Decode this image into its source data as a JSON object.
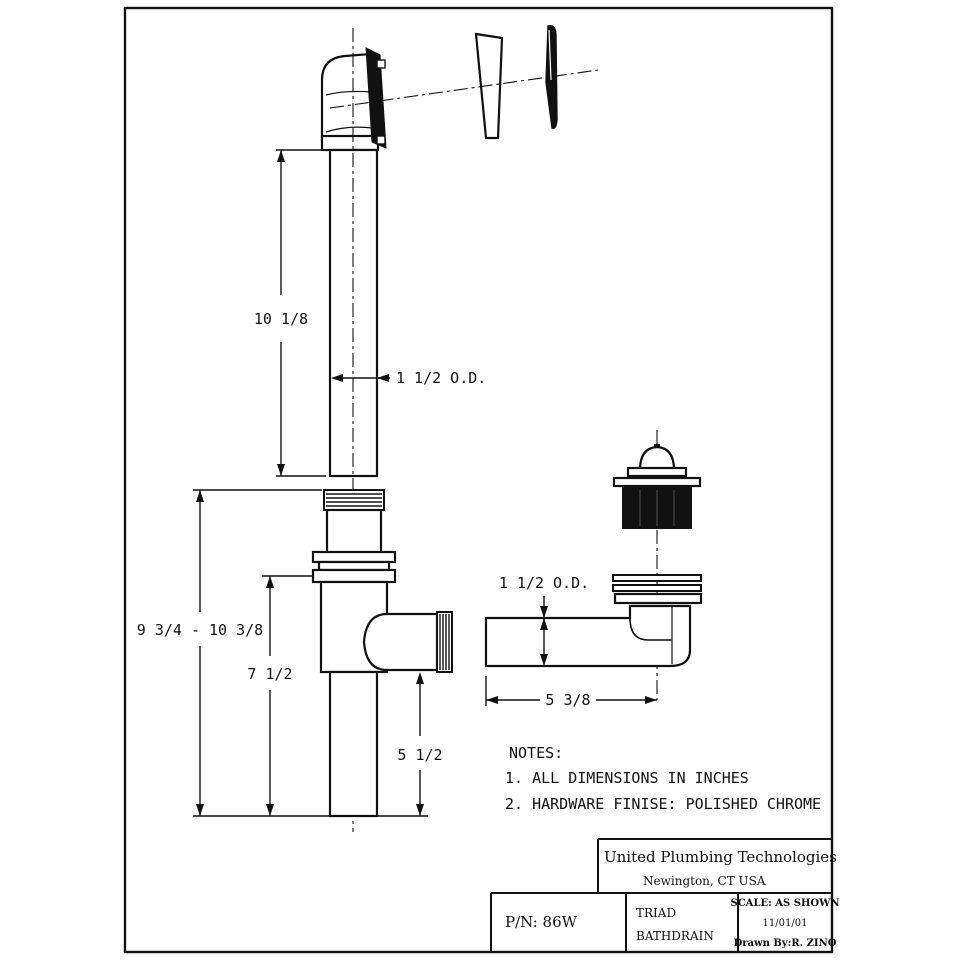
{
  "drawing": {
    "dimensions": {
      "overflow_length": "10 1/8",
      "overflow_od": "1 1/2 O.D.",
      "total_height": "9 3/4 - 10 3/8",
      "tee_height": "7 1/2",
      "tailpiece_length": "5 1/2",
      "shoe_od": "1 1/2 O.D.",
      "shoe_length": "5 3/8"
    }
  },
  "notes": {
    "heading": "NOTES:",
    "items": [
      "1.  ALL DIMENSIONS IN INCHES",
      "2.  HARDWARE FINISE: POLISHED CHROME"
    ]
  },
  "title_block": {
    "company": "United Plumbing Technologies",
    "location": "Newington, CT  USA",
    "part_number": "P/N: 86W",
    "product_line1": "TRIAD",
    "product_line2": "BATHDRAIN",
    "scale": "SCALE: AS SHOWN",
    "date": "11/01/01",
    "drawn_by": "Drawn By:R. ZINO"
  }
}
